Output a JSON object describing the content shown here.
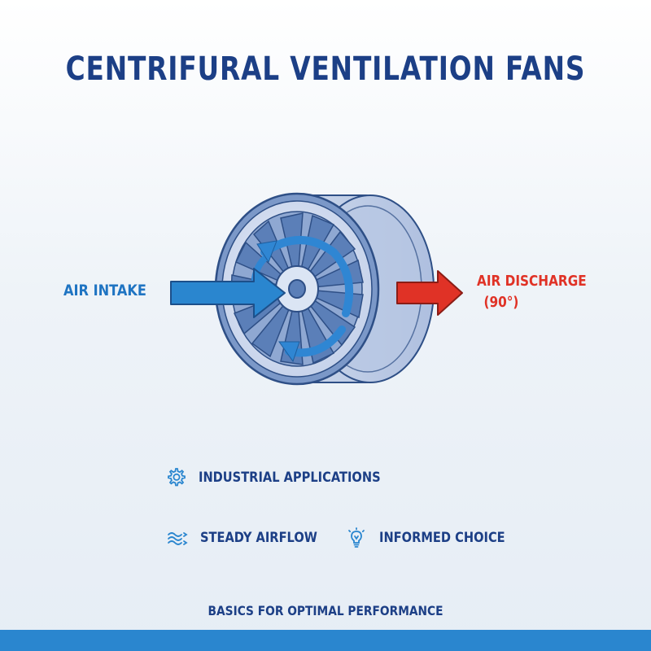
{
  "title": "CENTRIFURAL VENTILATION FANS",
  "diagram": {
    "intake_label": "AIR INTAKE",
    "discharge_label": "AIR DISCHARGE",
    "discharge_angle": "(90°)",
    "colors": {
      "intake_arrow": "#2a86cf",
      "discharge_arrow": "#e03226",
      "housing": "#6f8fc2",
      "blade": "#5b7fb8",
      "rotation_arrow": "#2f86d3"
    }
  },
  "features": [
    {
      "icon": "gear-icon",
      "label": "INDUSTRIAL APPLICATIONS"
    },
    {
      "icon": "wind-icon",
      "label": "STEADY AIRFLOW"
    },
    {
      "icon": "lightbulb-icon",
      "label": "INFORMED CHOICE"
    }
  ],
  "footer": {
    "tagline": "BASICS FOR OPTIMAL PERFORMANCE",
    "bar_color": "#2a86cf"
  }
}
